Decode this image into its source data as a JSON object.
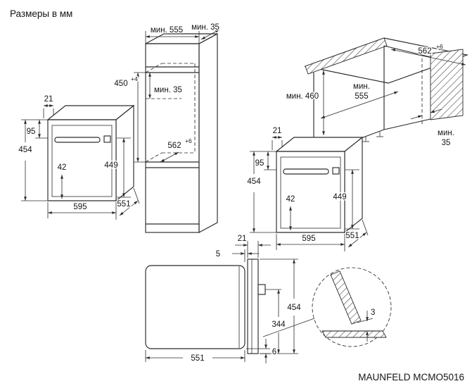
{
  "page": {
    "title": "Размеры в мм",
    "model": "MAUNFELD MCMO5016"
  },
  "tall_cabinet": {
    "width_top": "мин. 555",
    "depth_top": "мин. 35",
    "niche_height": "450",
    "niche_height_tol": "+4",
    "vent_gap": "мин. 35",
    "niche_depth": "562",
    "niche_depth_tol": "+6"
  },
  "base_cabinet": {
    "worktop_depth": "562",
    "worktop_depth_tol": "+6",
    "niche_height": "мин. 460",
    "niche_width_line1": "мин.",
    "niche_width_line2": "555",
    "back_gap_line1": "мин.",
    "back_gap_line2": "35"
  },
  "oven": {
    "door_offset": "21",
    "top_to_handle": "95",
    "height": "454",
    "handle_clearance": "42",
    "body_height": "449",
    "width": "595",
    "depth": "551"
  },
  "section": {
    "gap_front": "5",
    "door_thickness": "21",
    "door_height": "454",
    "hinge_to_bottom": "344",
    "body_depth": "551",
    "bottom_offset": "6",
    "floor_gap": "3"
  }
}
